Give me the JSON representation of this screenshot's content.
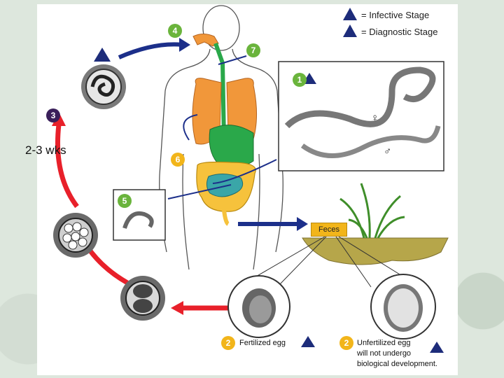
{
  "legend": {
    "infective_label": "= Infective Stage",
    "diagnostic_label": "= Diagnostic Stage",
    "infective_glyph": "i",
    "diagnostic_glyph": "d"
  },
  "steps": {
    "s1": "1",
    "s2a": "2",
    "s2b": "2",
    "s3": "3",
    "s4": "4",
    "s5": "5",
    "s6": "6",
    "s7": "7"
  },
  "overlay": {
    "duration": "2-3 wks"
  },
  "labels": {
    "feces": "Feces",
    "fertilized_egg": "Fertilized egg",
    "unfertilized_line1": "Unfertilized egg",
    "unfertilized_line2": "will not undergo",
    "unfertilized_line3": "biological development.",
    "female_symbol": "♀",
    "male_symbol": "♂"
  },
  "colors": {
    "step_green": "#6ab43c",
    "step_orange": "#f2b51a",
    "step_purple": "#3a1f5a",
    "arrow_blue": "#1c2f8a",
    "arrow_red": "#e8202a",
    "badge_navy": "#1d2c7a",
    "lung_orange": "#f1973a",
    "intestine_yellow": "#f6c23c",
    "intestine_teal": "#3aa6a8",
    "digestive_green": "#2aa84a"
  },
  "icons": [
    "infective-stage-icon",
    "diagnostic-stage-icon"
  ]
}
